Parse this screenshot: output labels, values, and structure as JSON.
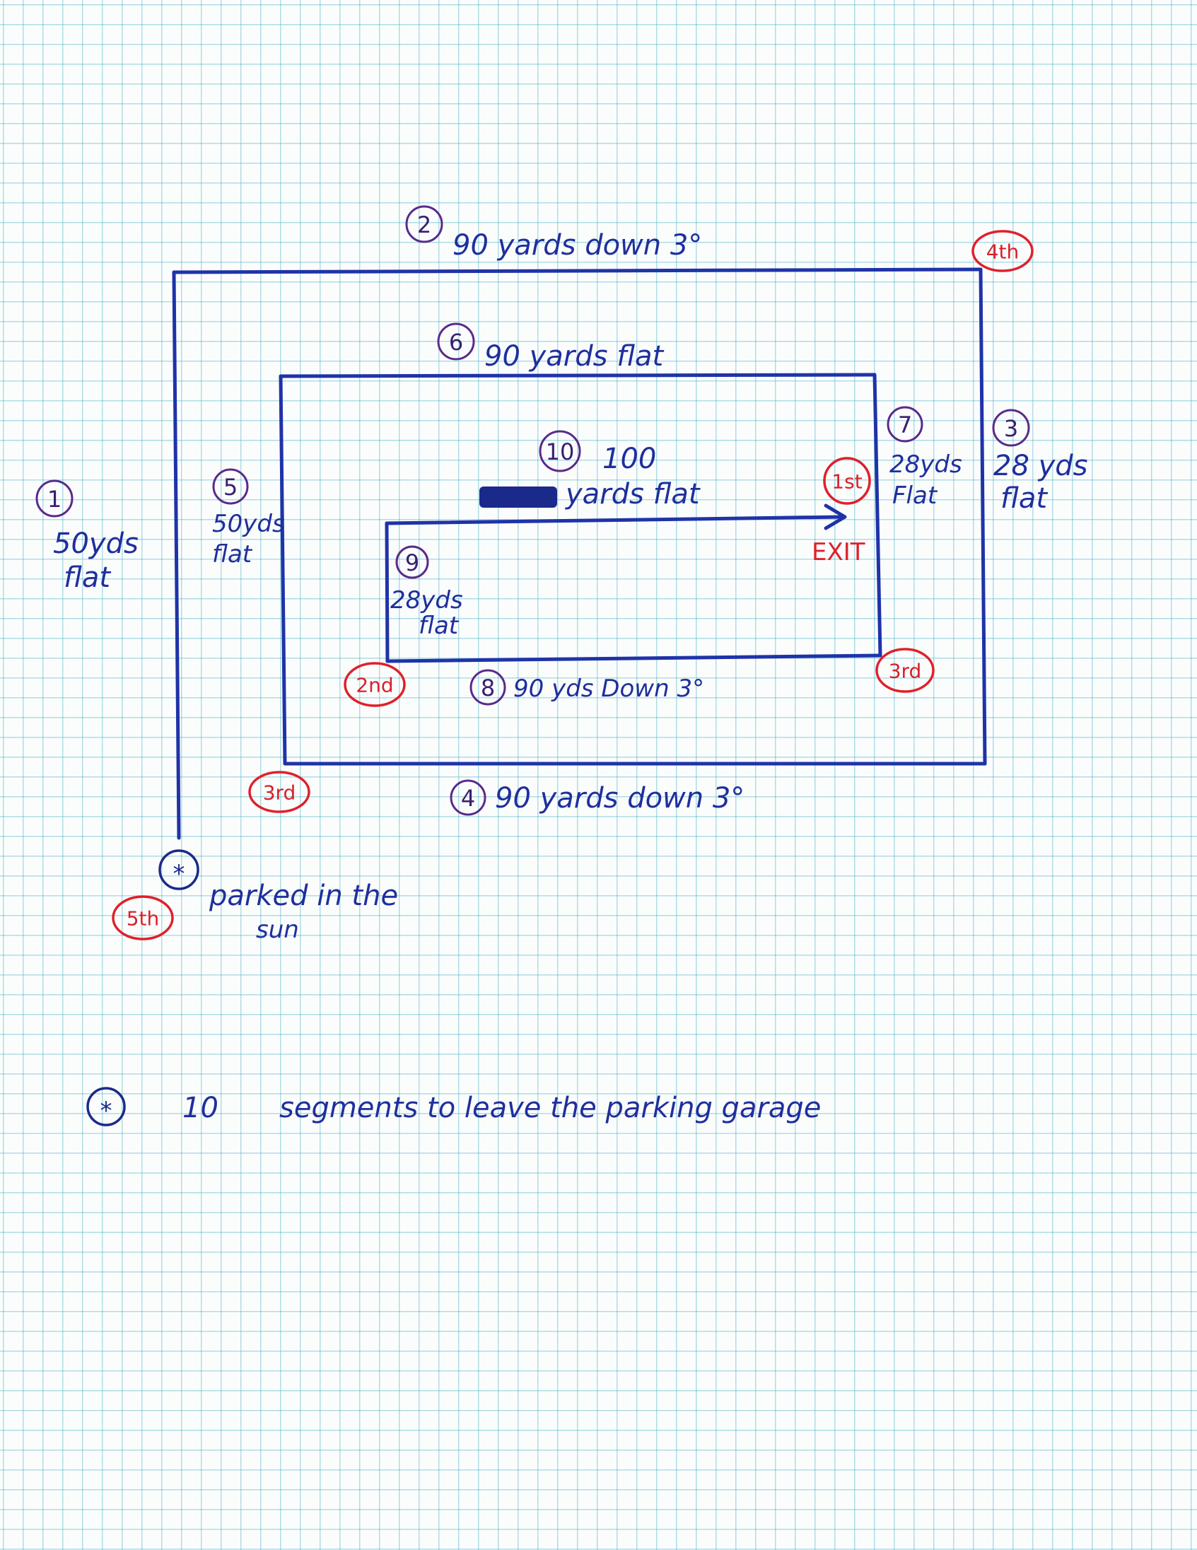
{
  "segments": [
    {
      "n": "1",
      "line1": "50yds",
      "line2": "flat"
    },
    {
      "n": "2",
      "line1": "90 yards down 3°",
      "line2": ""
    },
    {
      "n": "3",
      "line1": "28 yds",
      "line2": "flat"
    },
    {
      "n": "4",
      "line1": "90 yards down 3°",
      "line2": ""
    },
    {
      "n": "5",
      "line1": "50yds",
      "line2": "flat"
    },
    {
      "n": "6",
      "line1": "90 yards flat",
      "line2": ""
    },
    {
      "n": "7",
      "line1": "28yds",
      "line2": "Flat"
    },
    {
      "n": "8",
      "line1": "90 yds Down 3°",
      "line2": ""
    },
    {
      "n": "9",
      "line1": "28yds",
      "line2": "flat"
    },
    {
      "n": "10",
      "line1": "100",
      "line2": "yards flat"
    }
  ],
  "levels": {
    "first": "1st",
    "second": "2nd",
    "third_inner": "3rd",
    "third_outer": "3rd",
    "fourth": "4th",
    "fifth": "5th"
  },
  "exit_label": "EXIT",
  "start_marker": "*",
  "parked_line1": "parked in the",
  "parked_line2": "sun",
  "footnote": {
    "marker": "*",
    "count": "10",
    "text": "segments to leave the parking garage"
  },
  "colors": {
    "path_ink": "#1f33a8",
    "level_marks": "#e0202a",
    "segment_marks": "#5a2a8a"
  }
}
